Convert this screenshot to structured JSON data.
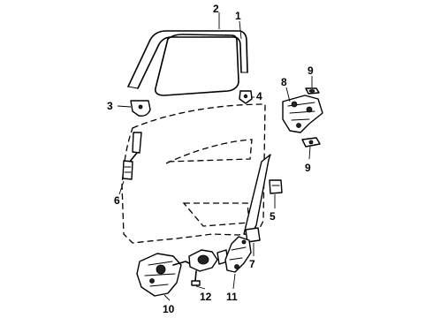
{
  "diagram": {
    "callouts": [
      {
        "key": "c1",
        "text": "1"
      },
      {
        "key": "c2",
        "text": "2"
      },
      {
        "key": "c3",
        "text": "3"
      },
      {
        "key": "c4",
        "text": "4"
      },
      {
        "key": "c5",
        "text": "5"
      },
      {
        "key": "c6",
        "text": "6"
      },
      {
        "key": "c7",
        "text": "7"
      },
      {
        "key": "c8",
        "text": "8"
      },
      {
        "key": "c9a",
        "text": "9"
      },
      {
        "key": "c9b",
        "text": "9"
      },
      {
        "key": "c10",
        "text": "10"
      },
      {
        "key": "c11",
        "text": "11"
      },
      {
        "key": "c12",
        "text": "12"
      }
    ]
  }
}
